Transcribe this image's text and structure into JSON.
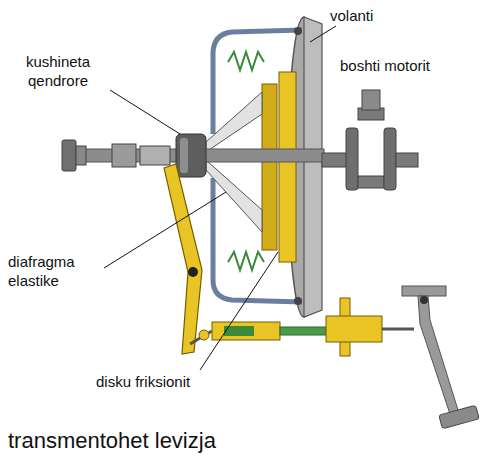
{
  "diagram": {
    "caption": "transmentohet levizja",
    "labels": [
      "volanti",
      "kushineta qendrore",
      "boshti motorit",
      "diafragma elastike",
      "disku friksionit"
    ]
  }
}
